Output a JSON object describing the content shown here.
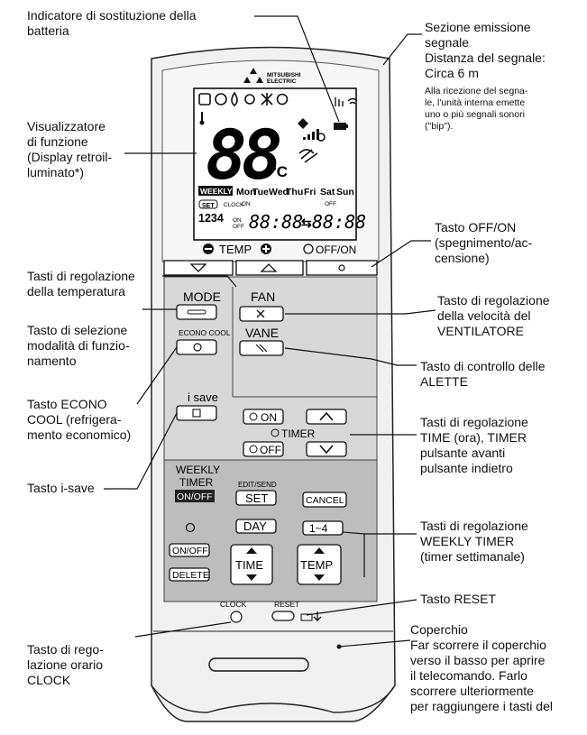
{
  "brand": {
    "line1": "MITSUBISHI",
    "line2": "ELECTRIC"
  },
  "display": {
    "temp_digits": "88",
    "temp_unit": "°C",
    "weekly_badge": "WEEKLY",
    "days": [
      "Mon",
      "Tue",
      "Wed",
      "Thu",
      "Fri",
      "Sat",
      "Sun"
    ],
    "set_badge": "SET",
    "program_numbers": "1234",
    "clock_tag": "CLOCK",
    "on_tag": "ON",
    "off_tag": "OFF",
    "time_left": "88:88",
    "arrow": "⇆",
    "time_right": "88:88"
  },
  "remote": {
    "temp_label": "TEMP",
    "minus": "−",
    "plus": "+",
    "offon": "OFF/ON",
    "mode": "MODE",
    "fan": "FAN",
    "vane": "VANE",
    "econo_cool": "ECONO COOL",
    "i_save": "i save",
    "timer_on": "ON",
    "timer_off": "OFF",
    "timer_label": "TIMER",
    "weekly_timer_1": "WEEKLY",
    "weekly_timer_2": "TIMER",
    "on_off": "ON/OFF",
    "edit_send": "EDIT/SEND",
    "set": "SET",
    "cancel": "CANCEL",
    "day": "DAY",
    "range": "1~4",
    "on_off_small": "ON/OFF",
    "delete": "DELETE",
    "time": "TIME",
    "temp": "TEMP",
    "clock": "CLOCK",
    "reset": "RESET"
  },
  "labels": {
    "battery": "Indicatore di sostituzione della\nbatteria",
    "signal_title": "Sezione emissione\nsegnale\nDistanza del segnale:\nCirca 6 m",
    "signal_note": "Alla ricezione del segna-\nle, l'unità interna emette\nuno o più segnali sonori\n(\"bip\").",
    "function_display": "Visualizzatore\ndi funzione\n(Display retroil-\nluminato*)",
    "offon": "Tasto OFF/ON\n(spegnimento/ac-\ncensione)",
    "temp_adjust": "Tasti di regolazione\ndella temperatura",
    "mode_select": "Tasto di selezione\nmodalità di funzio-\nnamento",
    "fan_speed": "Tasto di regolazione\ndella velocità del\nVENTILATORE",
    "vane": "Tasto di controllo delle\nALETTE",
    "econo": "Tasto ECONO\nCOOL (refrigera-\nmento economico)",
    "time_timer": "Tasti di regolazione\nTIME (ora), TIMER\n  pulsante avanti\n  pulsante indietro",
    "isave": "Tasto i-save",
    "weekly_timer": "Tasti di regolazione\nWEEKLY TIMER\n(timer settimanale)",
    "reset": "Tasto RESET",
    "clock": "Tasto di rego-\nlazione orario\nCLOCK",
    "cover": "Coperchio\nFar scorrere il coperchio\nverso il basso per aprire\nil telecomando. Farlo\nscorrere ulteriormente\nper raggiungere i tasti del"
  }
}
